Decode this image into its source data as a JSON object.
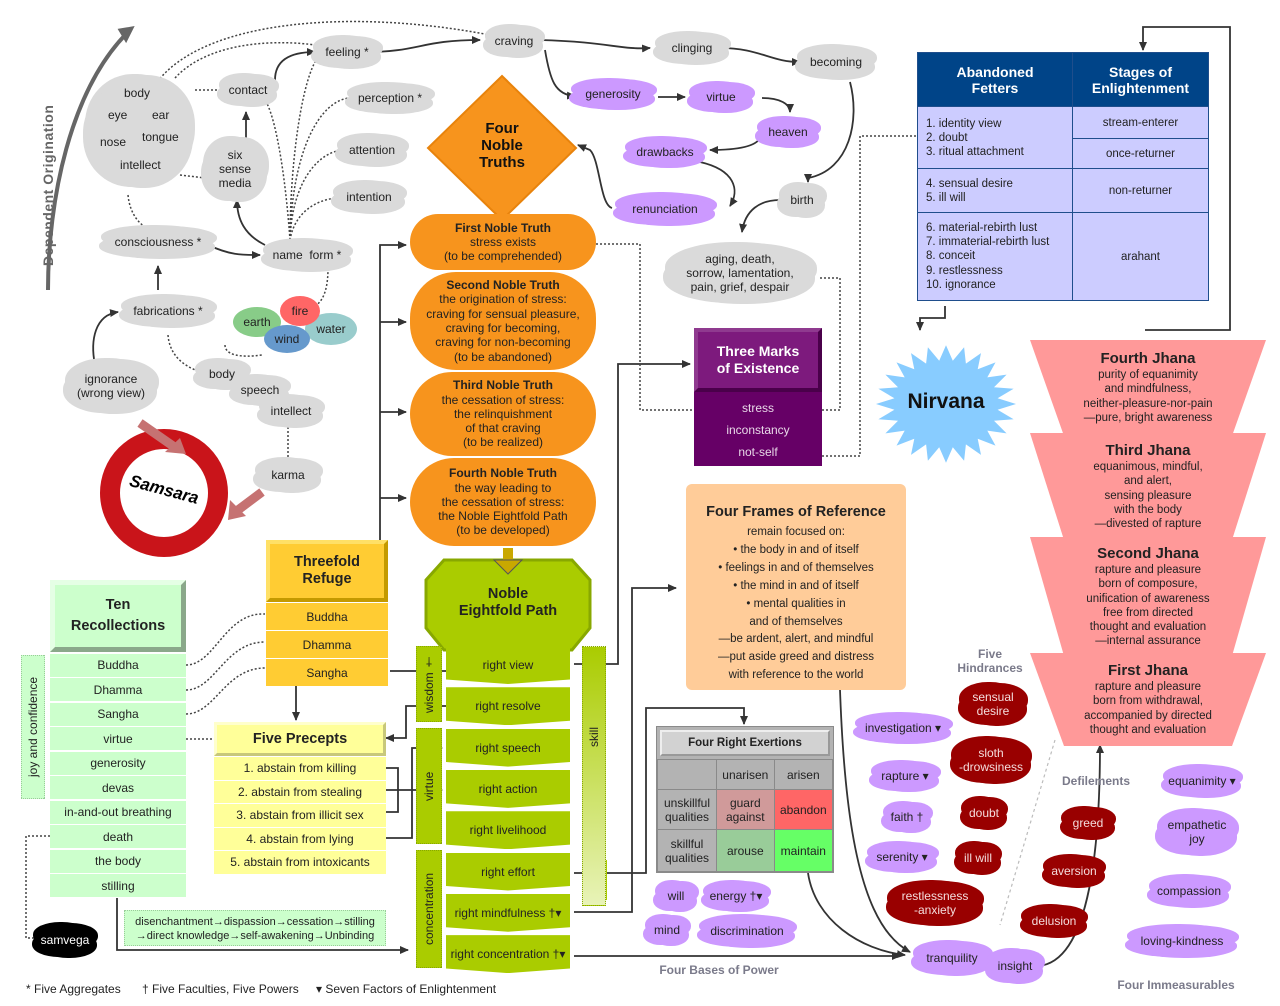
{
  "title_arc": "Dependent Origination",
  "dependent_origination": {
    "sense_bases": [
      "body",
      "eye",
      "ear",
      "nose",
      "tongue",
      "intellect"
    ],
    "contact": "contact",
    "feeling": "feeling *",
    "craving": "craving",
    "clinging": "clinging",
    "becoming": "becoming",
    "birth": "birth",
    "aging": "aging, death,\nsorrow, lamentation,\npain, grief, despair",
    "perception": "perception *",
    "attention": "attention",
    "intention": "intention",
    "six_sense_media": "six\nsense\nmedia",
    "consciousness": "consciousness *",
    "name_form": "name  form *",
    "fabrications": "fabrications *",
    "ignorance": "ignorance\n(wrong view)",
    "karma": "karma",
    "karma_doors": [
      "body",
      "speech",
      "intellect"
    ],
    "elements": [
      {
        "label": "earth",
        "color": "#88cc88"
      },
      {
        "label": "fire",
        "color": "#ff6666"
      },
      {
        "label": "water",
        "color": "#99cccc"
      },
      {
        "label": "wind",
        "color": "#6699cc"
      }
    ],
    "samsara": "Samsara"
  },
  "merit_cycle": [
    "generosity",
    "virtue",
    "heaven",
    "drawbacks",
    "renunciation"
  ],
  "four_noble_truths": {
    "title": "Four\nNoble\nTruths",
    "truths": [
      {
        "title": "First Noble Truth",
        "body": "stress exists\n(to be comprehended)"
      },
      {
        "title": "Second Noble Truth",
        "body": "the origination of stress:\ncraving for sensual pleasure,\ncraving for becoming,\ncraving for non-becoming\n(to be abandoned)"
      },
      {
        "title": "Third Noble Truth",
        "body": "the cessation of stress:\nthe relinquishment\nof that craving\n(to be realized)"
      },
      {
        "title": "Fourth Noble Truth",
        "body": "the way leading to\nthe cessation of stress:\nthe Noble Eightfold Path\n(to be developed)"
      }
    ]
  },
  "fetters_table": {
    "headers": [
      "Abandoned\nFetters",
      "Stages of\nEnlightenment"
    ],
    "rows": [
      {
        "fetters": "1. identity view\n2. doubt\n3. ritual attachment",
        "stages": [
          "stream-enterer",
          "once-returner"
        ]
      },
      {
        "fetters": "4. sensual desire\n5. ill will",
        "stages": [
          "non-returner"
        ]
      },
      {
        "fetters": "6. material-rebirth lust\n7. immaterial-rebirth lust\n8. conceit\n9. restlessness\n10. ignorance",
        "stages": [
          "arahant"
        ]
      }
    ]
  },
  "three_marks": {
    "title": "Three Marks\nof Existence",
    "items": [
      "stress",
      "inconstancy",
      "not-self"
    ]
  },
  "nirvana": "Nirvana",
  "jhanas": [
    {
      "title": "Fourth Jhana",
      "body": "purity of equanimity\nand mindfulness,\nneither-pleasure-nor-pain\n—pure, bright awareness"
    },
    {
      "title": "Third Jhana",
      "body": "equanimous, mindful,\nand alert,\nsensing pleasure\nwith the body\n—divested of rapture"
    },
    {
      "title": "Second Jhana",
      "body": "rapture and pleasure\nborn of composure,\nunification of awareness\nfree from directed\nthought and evaluation\n—internal assurance"
    },
    {
      "title": "First Jhana",
      "body": "rapture and pleasure\nborn from withdrawal,\naccompanied by directed\nthought and evaluation"
    }
  ],
  "four_frames": {
    "title": "Four Frames of Reference",
    "lines": [
      "remain focused on:",
      "• the body in and of itself",
      "• feelings in and of themselves",
      "• the mind in and of itself",
      "• mental qualities in",
      "and of themselves",
      "—be ardent, alert, and mindful",
      "—put aside greed and distress",
      "with reference to the world"
    ]
  },
  "threefold_refuge": {
    "title": "Threefold\nRefuge",
    "items": [
      "Buddha",
      "Dhamma",
      "Sangha"
    ]
  },
  "ten_recollections": {
    "title": "Ten\nRecollections",
    "items": [
      "Buddha",
      "Dhamma",
      "Sangha",
      "virtue",
      "generosity",
      "devas",
      "in-and-out breathing",
      "death",
      "the body",
      "stilling"
    ],
    "side_label": "joy and confidence"
  },
  "five_precepts": {
    "title": "Five Precepts",
    "items": [
      "1. abstain from killing",
      "2. abstain from stealing",
      "3. abstain from illicit sex",
      "4. abstain from lying",
      "5. abstain from intoxicants"
    ]
  },
  "eightfold_path": {
    "title": "Noble\nEightfold Path",
    "factors": [
      "right view",
      "right resolve",
      "right speech",
      "right action",
      "right livelihood",
      "right effort",
      "right mindfulness †▾",
      "right concentration †▾"
    ],
    "groups": [
      "wisdom †",
      "virtue",
      "concentration"
    ],
    "skill_label": "skill"
  },
  "four_right_exertions": {
    "title": "Four Right Exertions",
    "col_headers": [
      "",
      "unarisen",
      "arisen"
    ],
    "rows": [
      {
        "label": "unskillful\nqualities",
        "cells": [
          "guard\nagainst",
          "abandon"
        ]
      },
      {
        "label": "skillful\nqualities",
        "cells": [
          "arouse",
          "maintain"
        ]
      }
    ],
    "colors": {
      "guard": "#d09a9a",
      "abandon": "#ff6666",
      "arouse": "#99cc99",
      "maintain": "#66ff66",
      "header": "#b3b3b3"
    }
  },
  "four_bases_of_power": {
    "label": "Four Bases of Power",
    "items": [
      "will",
      "energy †▾",
      "mind",
      "discrimination"
    ]
  },
  "factors_left": [
    "investigation ▾",
    "rapture ▾",
    "faith †",
    "serenity ▾"
  ],
  "five_hindrances": {
    "label": "Five\nHindrances",
    "items": [
      "sensual\ndesire",
      "sloth\n-drowsiness",
      "doubt",
      "ill will",
      "restlessness\n-anxiety"
    ]
  },
  "defilements": {
    "label": "Defilements",
    "items": [
      "greed",
      "aversion",
      "delusion"
    ]
  },
  "four_immeasurables": {
    "label": "Four Immeasurables",
    "items": [
      "equanimity ▾",
      "empathetic\njoy",
      "compassion",
      "loving-kindness"
    ]
  },
  "tranquility": "tranquility",
  "insight": "insight",
  "samvega": "samvega",
  "stages_chain": "disenchantment→dispassion→cessation→stilling\n→direct knowledge→self-awakening→Unbinding",
  "footnotes": [
    "* Five Aggregates",
    "† Five Faculties, Five Powers",
    "▾ Seven Factors of Enlightenment"
  ]
}
